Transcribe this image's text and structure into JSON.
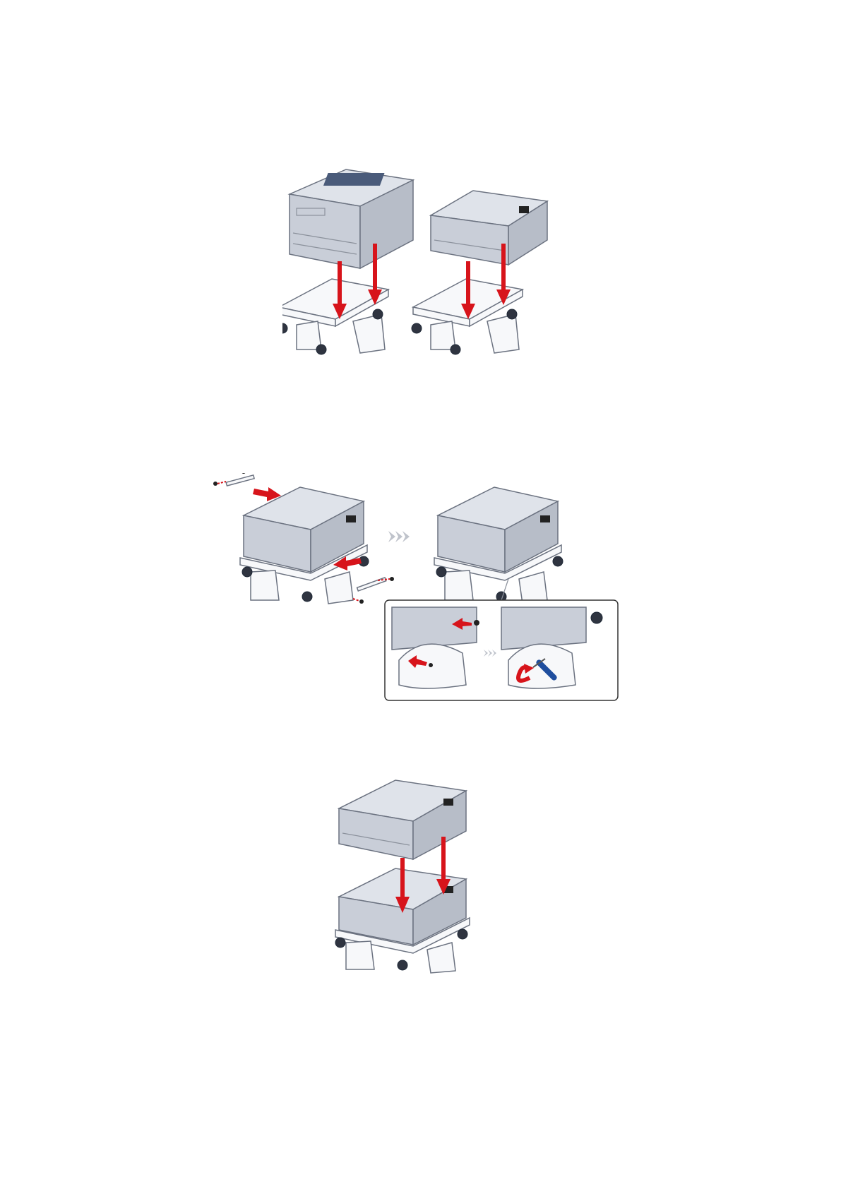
{
  "page": {
    "figures": [
      {
        "id": "figure-1",
        "description_key": "printer-and-tray-onto-casters"
      },
      {
        "id": "figure-2",
        "description_key": "attach-brackets-with-screws"
      },
      {
        "id": "figure-3",
        "description_key": "stack-tray-onto-tray"
      }
    ]
  },
  "colors": {
    "arrow": "#d7141b",
    "screwdriver": "#1f4e9e",
    "device_grey": "#c9ced8",
    "outline": "#6b7280"
  },
  "icons": [
    "down-arrow-icon",
    "right-arrow-icon",
    "sequence-chevron-icon",
    "screwdriver-icon",
    "screw-icon",
    "bracket-icon"
  ]
}
